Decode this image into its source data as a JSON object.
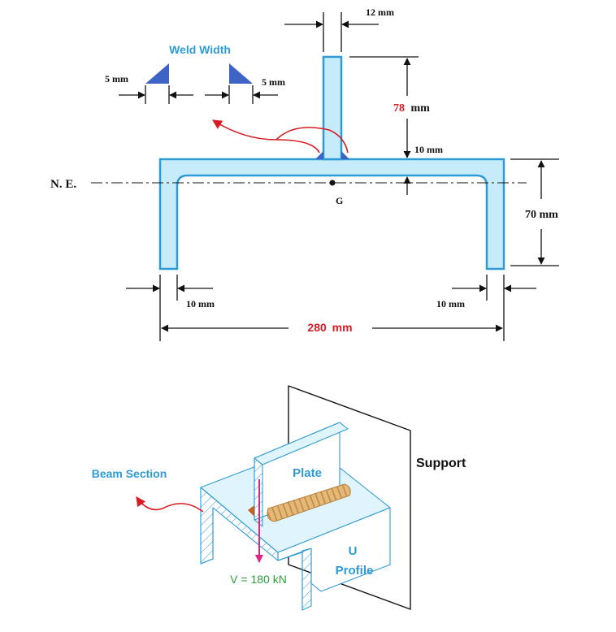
{
  "colors": {
    "section_fill": "#c6ecfa",
    "section_stroke": "#2e9bd6",
    "weld_triangle": "#3d63c4",
    "accent_red": "#d81b23",
    "label_blue": "#2e9bd6",
    "force_green": "#2a9d3a",
    "force_arrow": "#e0257f",
    "weld_bead": "#e6b877"
  },
  "cross_section": {
    "weld_width_label": "Weld Width",
    "weld_left_size": "5 mm",
    "weld_right_size": "5 mm",
    "plate_thickness": "12 mm",
    "plate_height_value": "78",
    "plate_height_unit": "mm",
    "flange_thickness": "10 mm",
    "neutral_axis_label": "N. E.",
    "centroid_label": "G",
    "depth": "70 mm",
    "left_leg_thickness": "10 mm",
    "right_leg_thickness": "10 mm",
    "width_value": "280",
    "width_unit": "mm"
  },
  "isometric": {
    "beam_section_label": "Beam Section",
    "plate_label": "Plate",
    "support_label": "Support",
    "u_label": "U",
    "profile_label": "Profile",
    "force_label": "V = 180 kN"
  }
}
